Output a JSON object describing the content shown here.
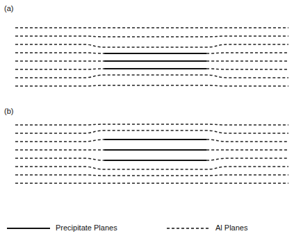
{
  "diagram": {
    "labels": [
      "(a)",
      "(b)"
    ],
    "legend": [
      {
        "text": "Precipitate Planes"
      },
      {
        "text": "Al Planes"
      }
    ]
  }
}
